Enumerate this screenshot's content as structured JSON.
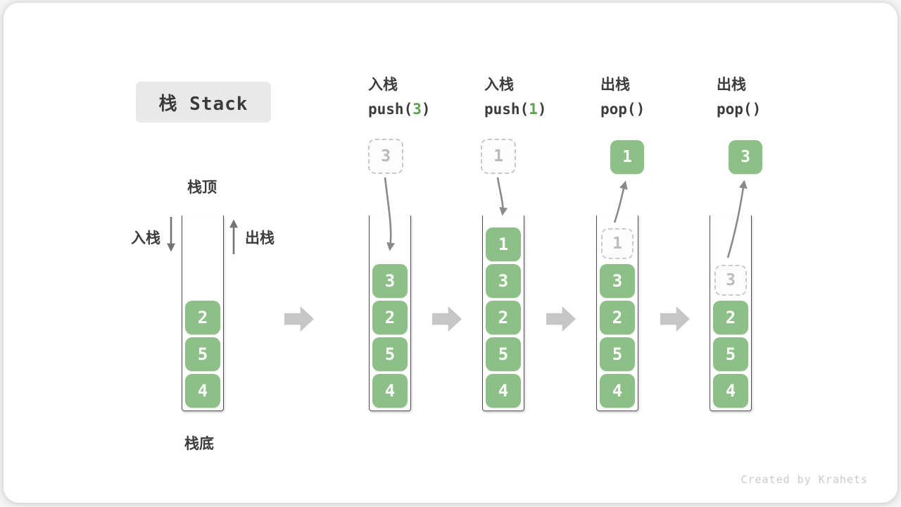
{
  "title": "栈 Stack",
  "legend": {
    "stack_top": "栈顶",
    "stack_bottom": "栈底",
    "push_side": "入栈",
    "pop_side": "出栈"
  },
  "steps": [
    {
      "name": "入栈",
      "code_pre": "push(",
      "code_arg": "3",
      "code_post": ")"
    },
    {
      "name": "入栈",
      "code_pre": "push(",
      "code_arg": "1",
      "code_post": ")"
    },
    {
      "name": "出栈",
      "code_pre": "pop(",
      "code_arg": "",
      "code_post": ")"
    },
    {
      "name": "出栈",
      "code_pre": "pop(",
      "code_arg": "",
      "code_post": ")"
    }
  ],
  "stacks": [
    {
      "cells": [
        "2",
        "5",
        "4"
      ]
    },
    {
      "floating": "3",
      "cells": [
        "3",
        "2",
        "5",
        "4"
      ]
    },
    {
      "floating": "1",
      "cells": [
        "1",
        "3",
        "2",
        "5",
        "4"
      ]
    },
    {
      "floating": "1",
      "ghost": "1",
      "cells": [
        "3",
        "2",
        "5",
        "4"
      ]
    },
    {
      "floating": "3",
      "ghost": "3",
      "cells": [
        "2",
        "5",
        "4"
      ]
    }
  ],
  "colors": {
    "cell_green": "#8dc086",
    "code_arg_green": "#5fa052",
    "dark_text": "#3c3c3c",
    "block_arrow_gray": "#c6c6c6",
    "flow_arrow_gray": "#8a8a8a"
  },
  "watermark": "Created by Krahets"
}
